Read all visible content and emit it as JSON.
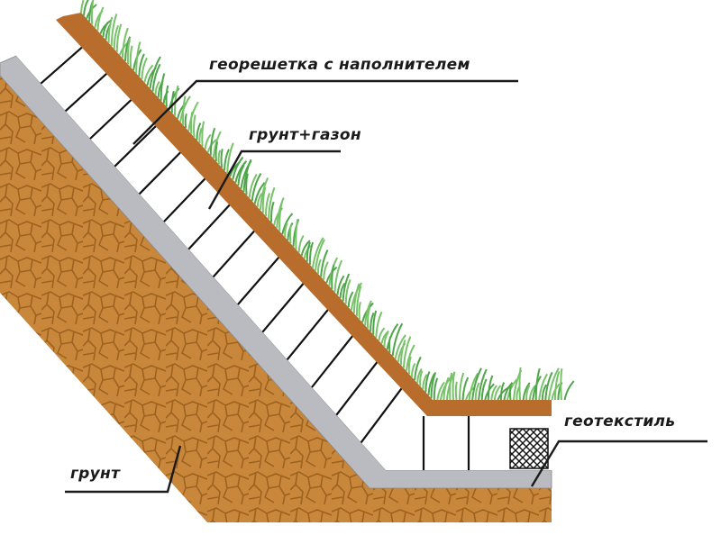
{
  "labels": {
    "geogrid": "георешетка с наполнителем",
    "topsoil": "грунт+газон",
    "geotextile": "геотекстиль",
    "soil": "грунт"
  },
  "colors": {
    "soil": "#c8873a",
    "soil_crack": "#9e6220",
    "topsoil": "#b86d2c",
    "geotextile": "#b9bbc0",
    "grid_cell": "#ffffff",
    "grid_line": "#111111",
    "grass": "#4fa64a",
    "leader": "#1a1a1a"
  }
}
